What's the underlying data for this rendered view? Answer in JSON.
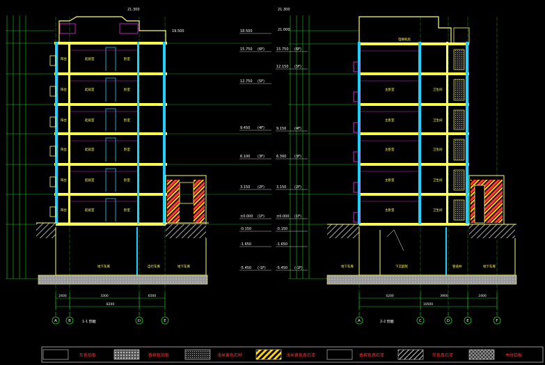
{
  "colors": {
    "background": "#000000",
    "wall": "#ffff66",
    "column": "#22d0ff",
    "grid": "#22cc22",
    "dim": "#22cc22",
    "text": "#ffffff",
    "label": "#ffff66",
    "slab": "#ffff44",
    "hatch_red": "#ff3b3b",
    "hatch_yellow": "#ffd400",
    "ground": "#bcbcbc",
    "magenta": "#ff33ff",
    "legend_text": "#ff3333"
  },
  "left_section": {
    "title": "1-1 剖面",
    "axes": [
      "A",
      "B",
      "D",
      "E"
    ],
    "roof_top_label": "21.300",
    "roof_label_right": "19.500",
    "levels": [
      {
        "elev": "18.500",
        "floor": ""
      },
      {
        "elev": "15.750",
        "floor": "(6F)"
      },
      {
        "elev": "12.750",
        "floor": "(5F)"
      },
      {
        "elev": "9.450",
        "floor": "(4F)"
      },
      {
        "elev": "6.100",
        "floor": "(3F)"
      },
      {
        "elev": "3.150",
        "floor": "(2F)"
      },
      {
        "elev": "±0.000",
        "floor": "(1F)"
      },
      {
        "elev": "-0.150",
        "floor": ""
      },
      {
        "elev": "-1.650",
        "floor": ""
      },
      {
        "elev": "-5.450",
        "floor": "(-1F)"
      }
    ],
    "rooms": [
      "阳台",
      "起居室",
      "卧室",
      "地下车库",
      "自行车库"
    ],
    "dims_bottom": [
      "2400",
      "3300",
      "6500"
    ],
    "dim_total": "8200"
  },
  "right_section": {
    "title": "2-2 剖面",
    "axes": [
      "A",
      "C",
      "D",
      "E",
      "F"
    ],
    "roof_top_label": "21.300",
    "roof_label_2": "21.000",
    "roof_room": "电梯机房",
    "levels": [
      {
        "elev": "15.750",
        "floor": "(6F)"
      },
      {
        "elev": "12.150",
        "floor": "(5F)"
      },
      {
        "elev": "9.150",
        "floor": "(4F)"
      },
      {
        "elev": "6.300",
        "floor": "(3F)"
      },
      {
        "elev": "3.150",
        "floor": "(2F)"
      },
      {
        "elev": "±0.000",
        "floor": "(1F)"
      },
      {
        "elev": "-0.150",
        "floor": ""
      },
      {
        "elev": "-1.650",
        "floor": ""
      },
      {
        "elev": "-5.450",
        "floor": "(-1F)"
      }
    ],
    "rooms": [
      "主卧室",
      "卫生间",
      "地下车库",
      "下沉庭院",
      "管道井"
    ],
    "dims_bottom": [
      "4200",
      "3900",
      "2400"
    ],
    "dim_total": "10500"
  },
  "legend": [
    {
      "swatch": "solid",
      "label": "灰色铝板"
    },
    {
      "swatch": "dots",
      "label": "香槟色铝板"
    },
    {
      "swatch": "fine",
      "label": "浅米黄色石材"
    },
    {
      "swatch": "stripe",
      "label": "浅米黄色真石漆"
    },
    {
      "swatch": "empty",
      "label": "香槟色真石漆"
    },
    {
      "swatch": "diag",
      "label": "灰色真石漆"
    },
    {
      "swatch": "cross",
      "label": "木纹铝板"
    }
  ]
}
